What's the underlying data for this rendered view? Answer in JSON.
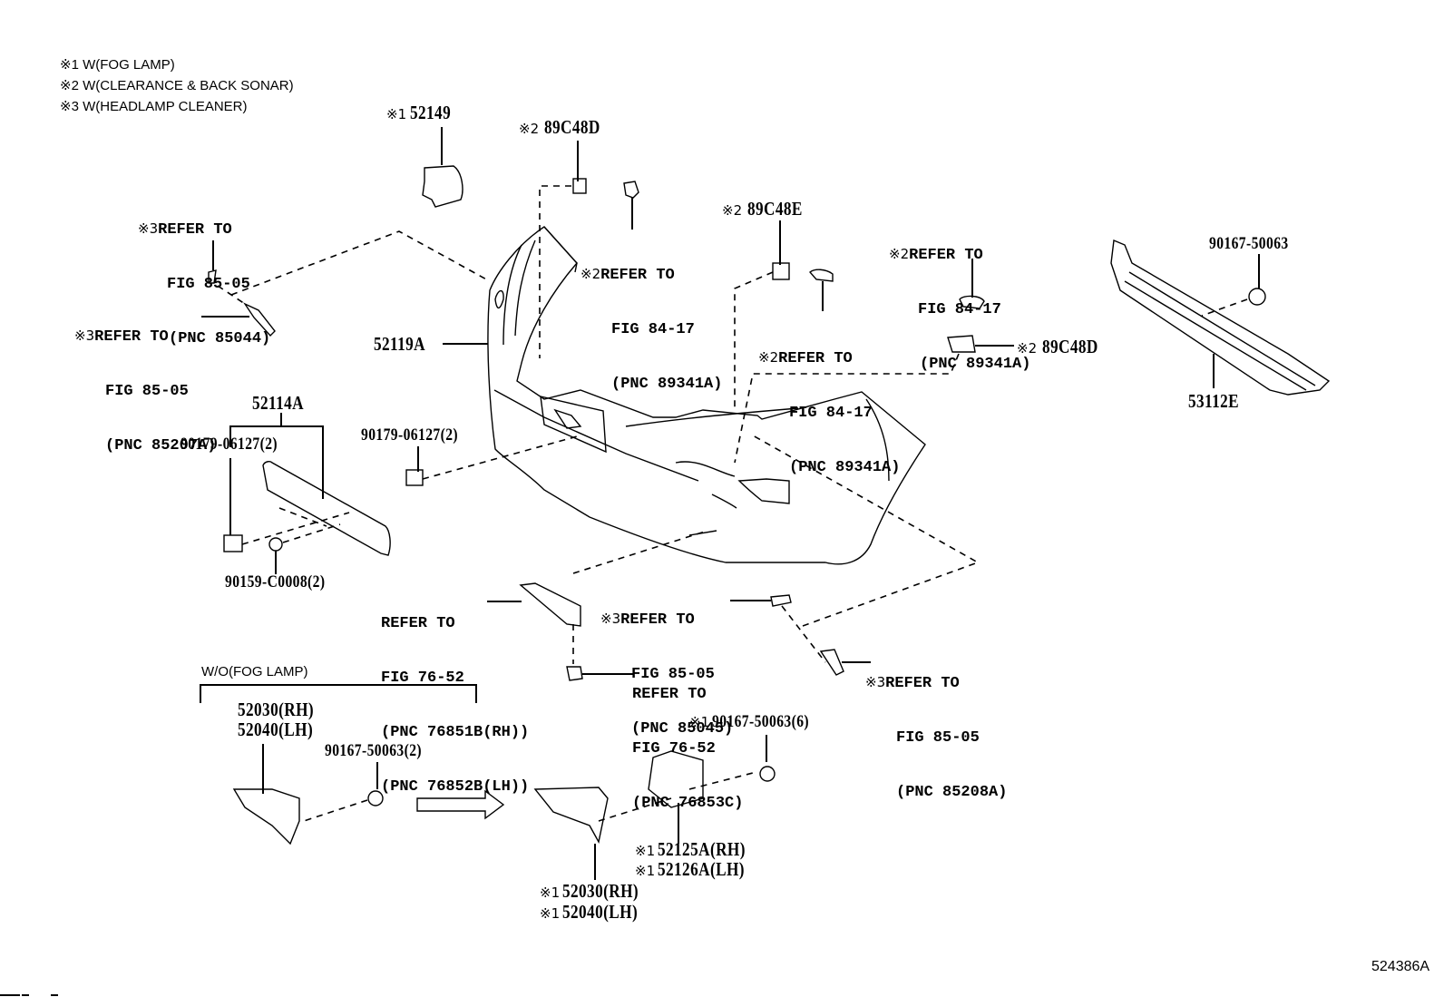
{
  "legend": [
    {
      "mark": "※1",
      "text": "W(FOG LAMP)"
    },
    {
      "mark": "※2",
      "text": "W(CLEARANCE & BACK SONAR)"
    },
    {
      "mark": "※3",
      "text": "W(HEADLAMP CLEANER)"
    }
  ],
  "parts": {
    "p52149": {
      "mark": "※1",
      "number": "52149"
    },
    "p89C48D_top": {
      "mark": "※2",
      "number": "89C48D"
    },
    "p89C48E": {
      "mark": "※2",
      "number": "89C48E"
    },
    "p89C48D_right": {
      "mark": "※2",
      "number": "89C48D"
    },
    "p52119A": {
      "number": "52119A"
    },
    "p52114A": {
      "number": "52114A"
    },
    "p90179_left": {
      "number": "90179-06127(2)"
    },
    "p90179_mid": {
      "number": "90179-06127(2)"
    },
    "p90159": {
      "number": "90159-C0008(2)"
    },
    "p90167_grille": {
      "number": "90167-50063"
    },
    "p53112E": {
      "number": "53112E"
    },
    "p52030_wo": {
      "number": "52030(RH)"
    },
    "p52040_wo": {
      "number": "52040(LH)"
    },
    "p90167_wo": {
      "number": "90167-50063(2)"
    },
    "p90167_w": {
      "mark": "※1",
      "number": "90167-50063(6)"
    },
    "p52125A": {
      "mark": "※1",
      "number": "52125A(RH)"
    },
    "p52126A": {
      "mark": "※1",
      "number": "52126A(LH)"
    },
    "p52030_w": {
      "mark": "※1",
      "number": "52030(RH)"
    },
    "p52040_w": {
      "mark": "※1",
      "number": "52040(LH)"
    }
  },
  "references": {
    "r85044": {
      "mark": "※3",
      "lines": [
        "REFER TO",
        "FIG 85-05",
        "(PNC 85044)"
      ]
    },
    "r85207A": {
      "mark": "※3",
      "lines": [
        "REFER TO",
        "FIG 85-05",
        "(PNC 85207A)"
      ]
    },
    "r89341A_a": {
      "mark": "※2",
      "lines": [
        "REFER TO",
        "FIG 84-17",
        "(PNC 89341A)"
      ]
    },
    "r89341A_b": {
      "mark": "※2",
      "lines": [
        "REFER TO",
        "FIG 84-17",
        "(PNC 89341A)"
      ]
    },
    "r89341A_c": {
      "mark": "※2",
      "lines": [
        "REFER TO",
        "FIG 84-17",
        "(PNC 89341A)"
      ]
    },
    "r76851B": {
      "lines": [
        "REFER TO",
        "FIG 76-52",
        "(PNC 76851B(RH))",
        "(PNC 76852B(LH))"
      ]
    },
    "r85045": {
      "mark": "※3",
      "lines": [
        "REFER TO",
        "FIG 85-05",
        "(PNC 85045)"
      ]
    },
    "r76853C": {
      "lines": [
        "REFER TO",
        "FIG 76-52",
        "(PNC 76853C)"
      ]
    },
    "r85208A": {
      "mark": "※3",
      "lines": [
        "REFER TO",
        "FIG 85-05",
        "(PNC 85208A)"
      ]
    }
  },
  "variant_label": "W/O(FOG LAMP)",
  "figure_id": "524386A"
}
